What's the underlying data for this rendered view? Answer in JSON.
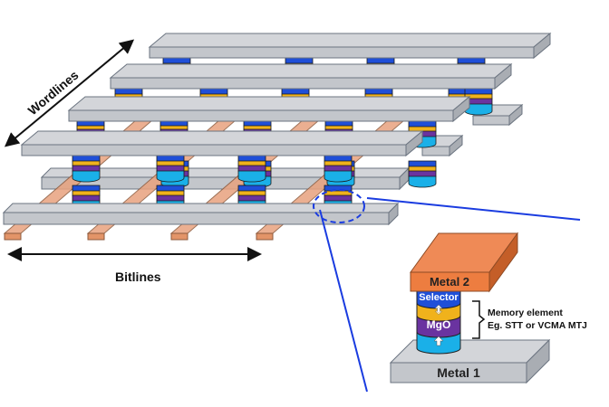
{
  "labels": {
    "wordlines": "Wordlines",
    "bitlines": "Bitlines",
    "metal2": "Metal 2",
    "metal1": "Metal 1",
    "selector": "Selector",
    "mgo": "MgO",
    "memory_element_line1": "Memory element",
    "memory_element_line2": "Eg. STT or VCMA MTJ"
  },
  "colors": {
    "selector_blue": "#1f4fd8",
    "free_layer_yellow": "#f0b21c",
    "mgo_purple": "#6a33a0",
    "fixed_layer_cyan": "#1ab0e8",
    "metal_gray": "#c9ccd1",
    "metal2_orange": "#ed7d40",
    "bitline_copper": "#e8a27e",
    "callout_blue": "#1a3ce0"
  },
  "structure": {
    "wordline_count": 6,
    "bitline_count": 4,
    "layers": [
      "Selector",
      "Free layer",
      "MgO",
      "Fixed layer"
    ]
  }
}
